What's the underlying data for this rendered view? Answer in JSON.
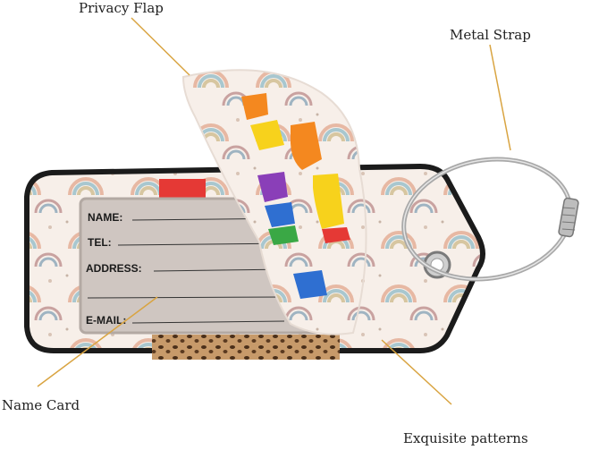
{
  "callouts": {
    "privacy_flap": "Privacy Flap",
    "metal_strap": "Metal Strap",
    "name_card": "Name Card",
    "exquisite_patterns": "Exquisite patterns"
  },
  "card": {
    "name": "NAME:",
    "tel": "TEL:",
    "address": "ADDRESS:",
    "email": "E-MAIL:"
  },
  "colors": {
    "leader_line": "#d9a441",
    "tag_border": "#1b1b1b",
    "tag_background": "#f6efe9",
    "card_window": "#cfc6c1",
    "rainbow_red": "#e53935",
    "rainbow_orange": "#f4881f",
    "rainbow_yellow": "#f7d21c",
    "rainbow_green": "#3aa845",
    "rainbow_blue": "#2f6fd1",
    "rainbow_purple": "#8a3fb8",
    "leopard": "#b9875a"
  },
  "icons": [
    "rainbow-pattern",
    "hand-sign-icon",
    "metal-cable-ring",
    "screw-lock-icon"
  ]
}
